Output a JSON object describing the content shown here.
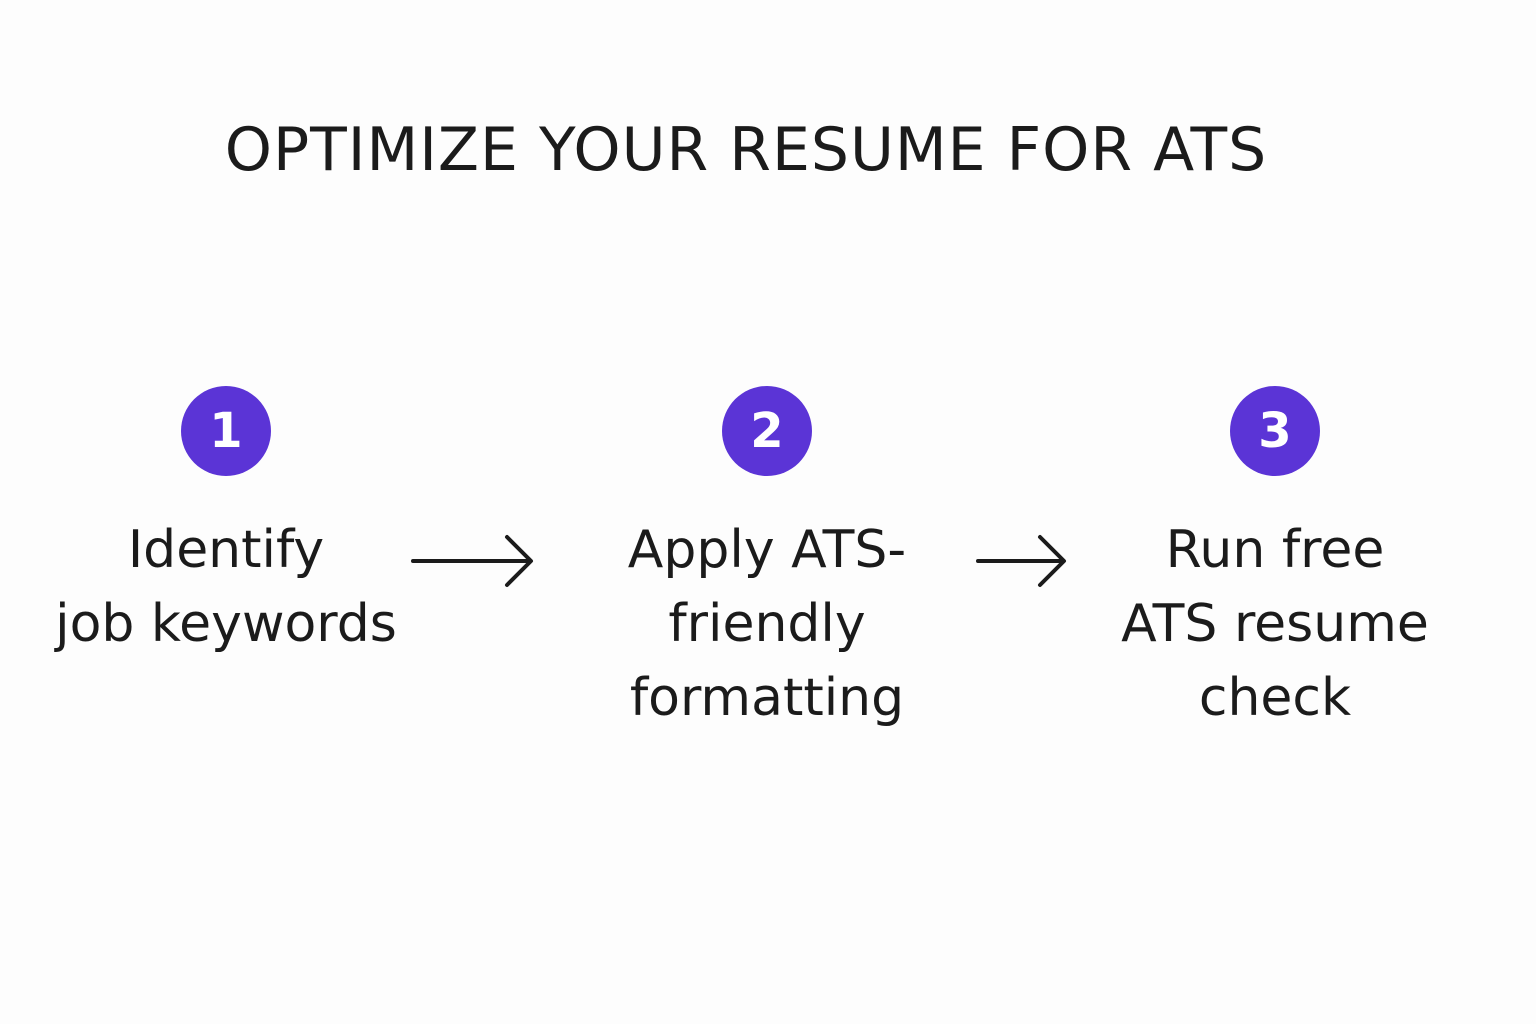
{
  "title": "OPTIMIZE YOUR RESUME FOR ATS",
  "colors": {
    "badge": "#5b34d6",
    "text": "#1b1b1b",
    "background": "#fdfdfd"
  },
  "steps": [
    {
      "number": "1",
      "lines": [
        "Identify",
        "job keywords"
      ]
    },
    {
      "number": "2",
      "lines": [
        "Apply ATS-",
        "friendly",
        "formatting"
      ]
    },
    {
      "number": "3",
      "lines": [
        "Run free",
        "ATS resume",
        "check"
      ]
    }
  ],
  "connector_icon": "arrow-right-icon"
}
